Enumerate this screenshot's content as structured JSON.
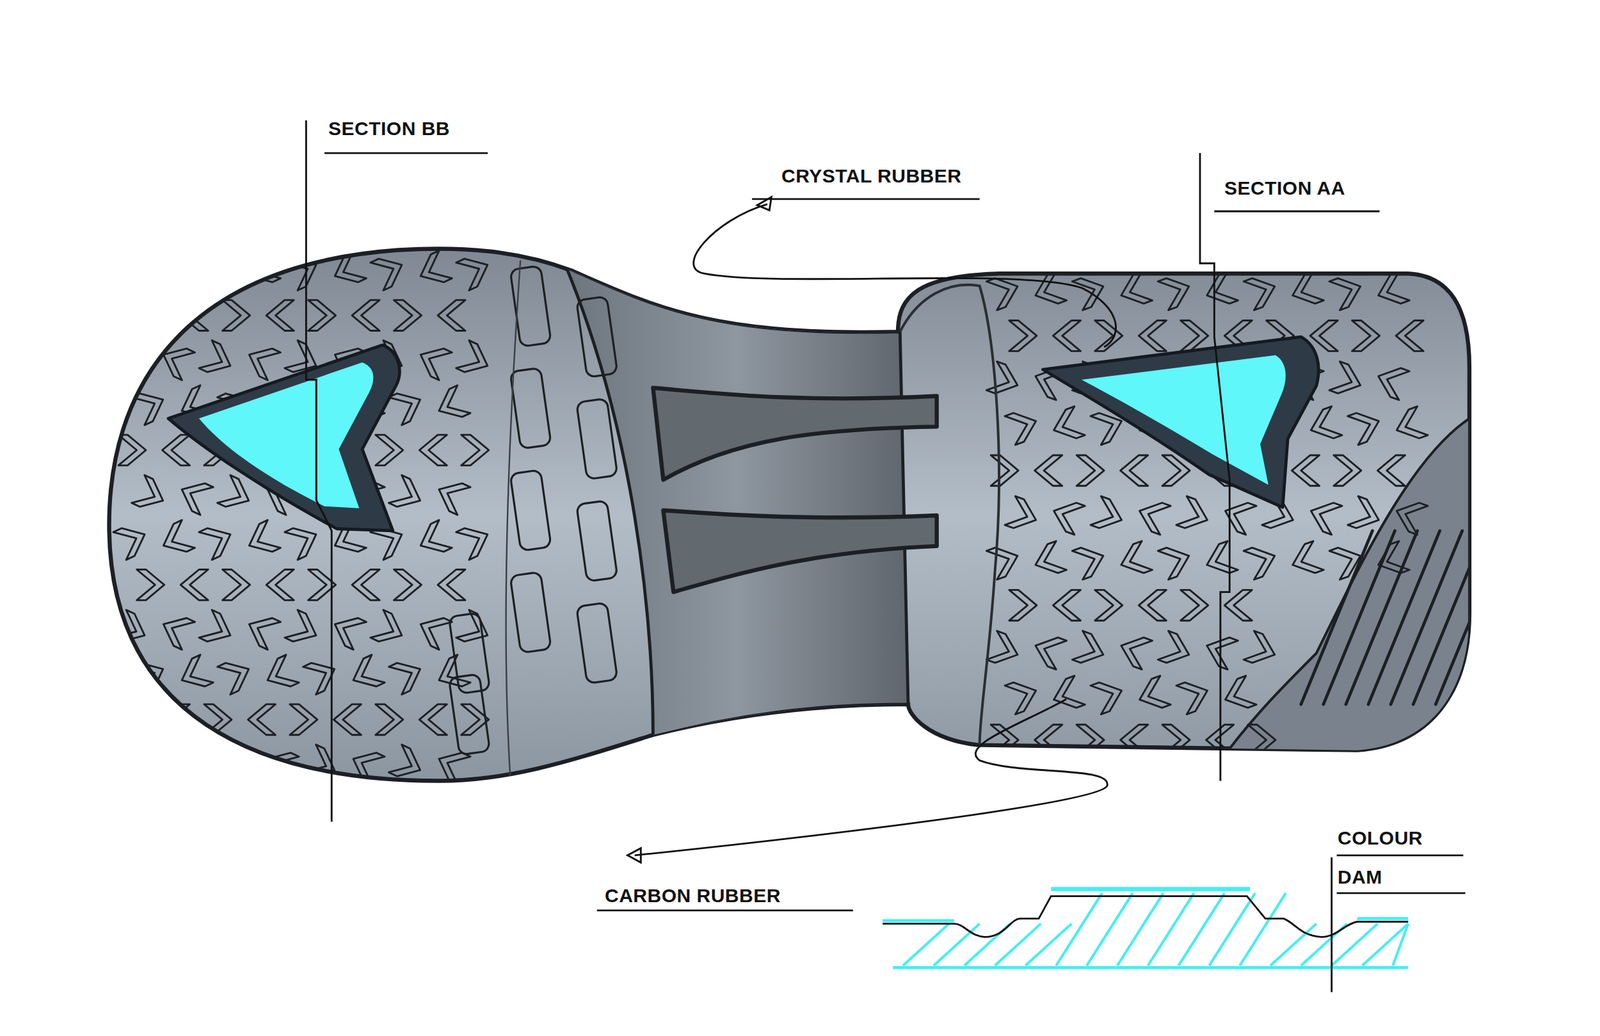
{
  "diagram": {
    "labels": [
      "SECTION BB",
      "CRYSTAL RUBBER",
      "SECTION AA",
      "CARBON RUBBER",
      "COLOUR",
      "DAM"
    ]
  }
}
